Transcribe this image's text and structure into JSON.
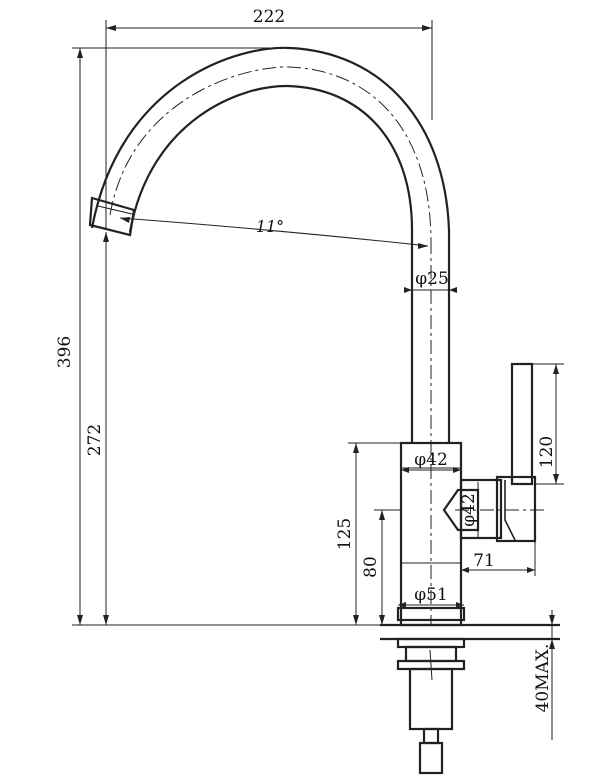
{
  "dimensions": {
    "width_222": "222",
    "height_396": "396",
    "height_272": "272",
    "angle_11": "11°",
    "dia_25": "φ25",
    "handle_120": "120",
    "dia_42_top": "φ42",
    "dia_42_side": "φ42",
    "height_125": "125",
    "height_80": "80",
    "len_71": "71",
    "dia_51": "φ51",
    "max_40": "40MAX."
  }
}
